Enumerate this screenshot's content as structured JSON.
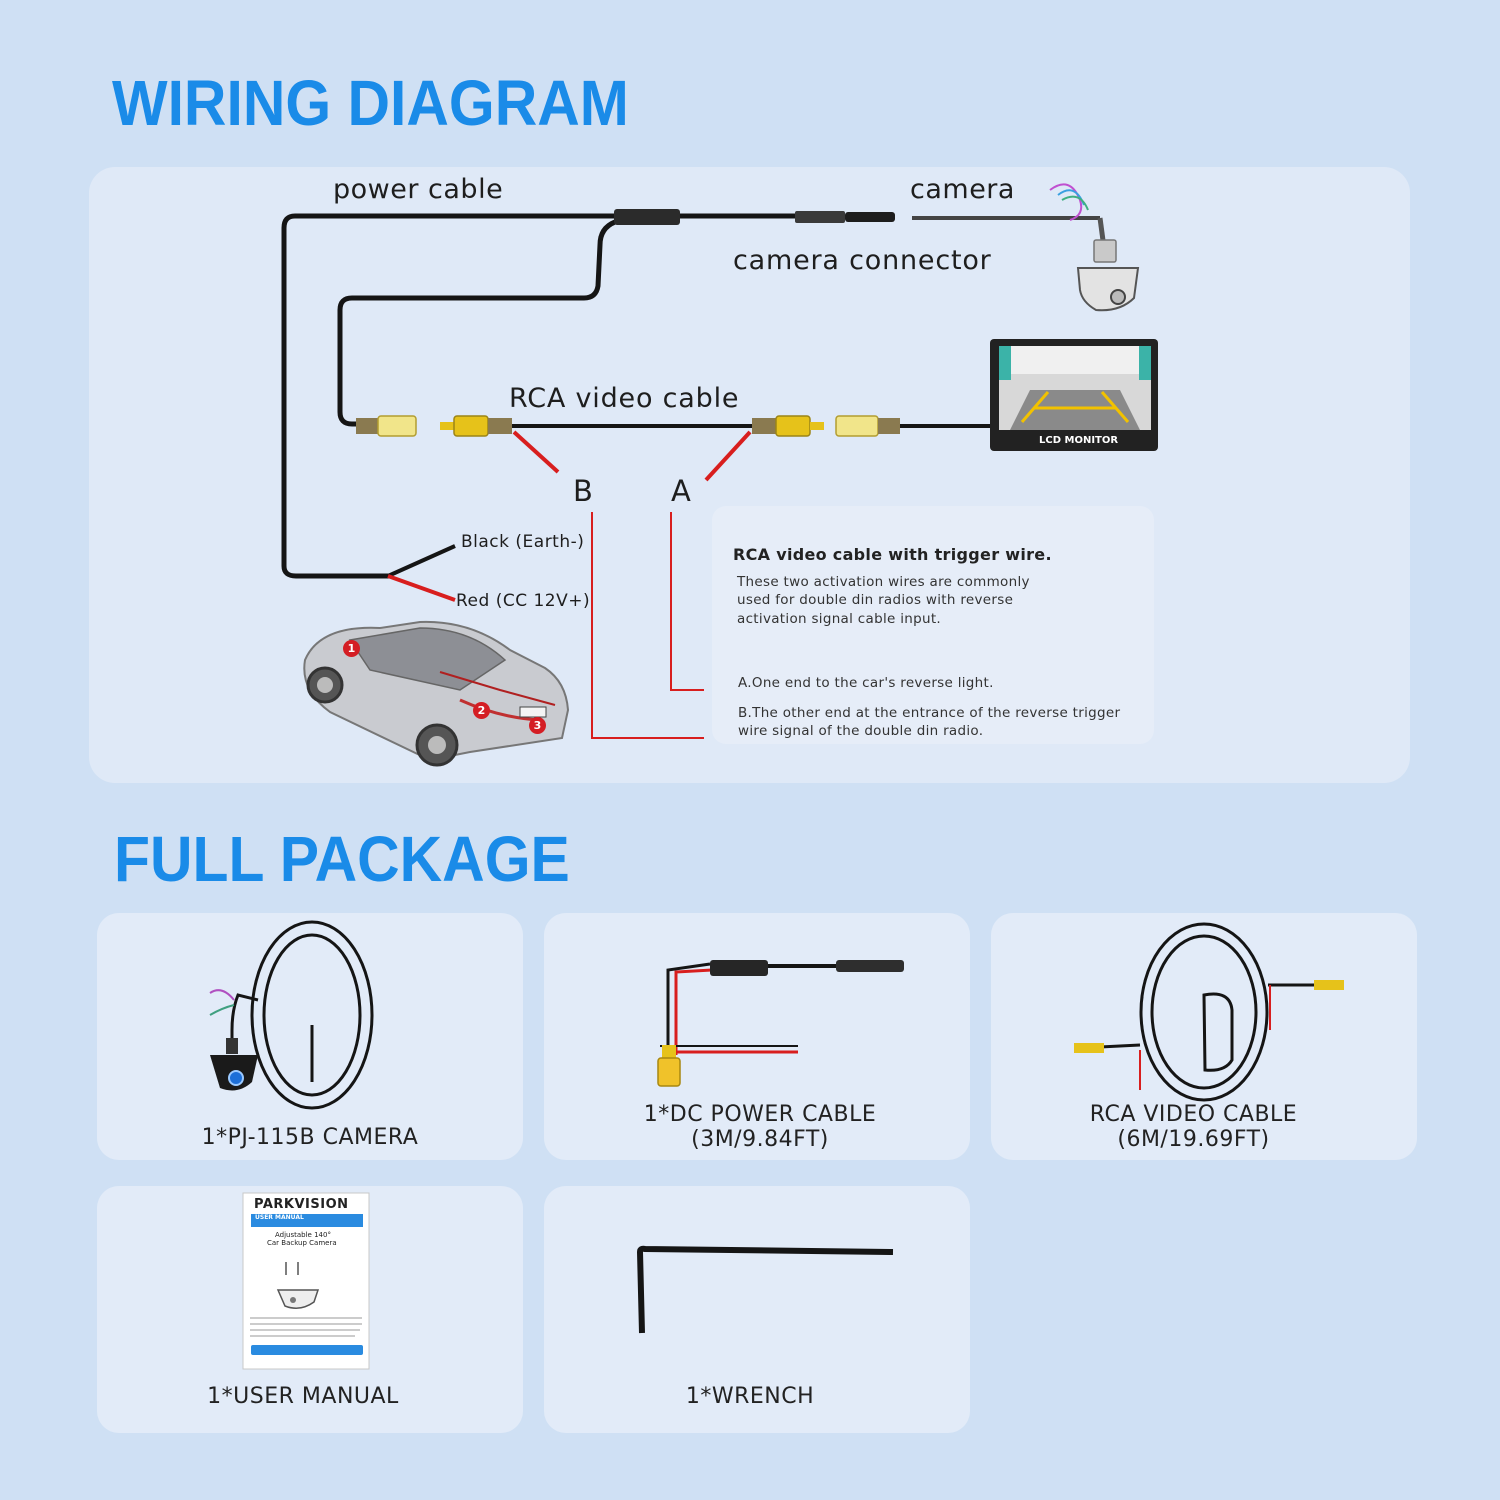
{
  "wiring": {
    "heading": "WIRING DIAGRAM",
    "labels": {
      "power_cable": "power cable",
      "camera": "camera",
      "camera_connector": "camera connector",
      "rca_video_cable": "RCA video cable",
      "b": "B",
      "a": "A",
      "black": "Black (Earth-)",
      "red": "Red (CC 12V+)",
      "lcd_monitor": "LCD MONITOR"
    },
    "note": {
      "title": "RCA video cable with trigger wire.",
      "body": [
        "These two activation wires are commonly",
        "used for double din radios with reverse",
        "activation signal cable input."
      ],
      "a": "A.One end to the car's reverse light.",
      "b": [
        "B.The other end at the entrance of the reverse trigger",
        "wire signal of the double din radio."
      ]
    },
    "car_markers": [
      "1",
      "2",
      "3"
    ]
  },
  "package": {
    "heading": "FULL PACKAGE",
    "items": [
      {
        "lines": [
          "1*PJ-115B CAMERA"
        ]
      },
      {
        "lines": [
          "1*DC POWER CABLE",
          "(3M/9.84FT)"
        ]
      },
      {
        "lines": [
          "RCA VIDEO CABLE",
          "(6M/19.69FT)"
        ]
      },
      {
        "lines": [
          "1*USER MANUAL"
        ]
      },
      {
        "lines": [
          "1*WRENCH"
        ]
      }
    ],
    "manual": {
      "brand": "PARKVISION",
      "band": "USER MANUAL",
      "title": [
        "Adjustable 140°",
        "Car Backup Camera"
      ]
    }
  },
  "colors": {
    "accent": "#1a8be8",
    "background": "#cfe0f4",
    "wire_red": "#d81e1e",
    "rca_yellow": "#e6c21a"
  }
}
